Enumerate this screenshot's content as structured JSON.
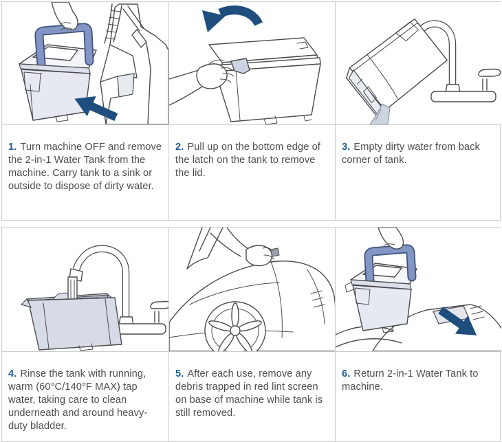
{
  "document": {
    "type": "appliance-instruction-sheet",
    "topic": "Emptying and cleaning the 2-in-1 Water Tank"
  },
  "colors": {
    "step_number_color": "#1e5b9e",
    "arrow_color": "#1d4e7e",
    "text_color": "#4c4c4e",
    "border_color": "#c9cbcd",
    "handle_blue": "#8295c4",
    "tank_lavender": "#e6e9f2",
    "tank_gray": "#d6dbe6",
    "water_gray": "#ccd4df"
  },
  "steps": [
    {
      "number": "1.",
      "text": "Turn machine OFF and remove the 2-in-1 Water Tank from the machine. Carry tank to a sink or outside to dispose of dirty water.",
      "illustration": "hand-lifting-tank-away-from-machine-with-arrow"
    },
    {
      "number": "2.",
      "text": "Pull up on the bottom edge of the latch on the tank to remove the lid.",
      "illustration": "hand-pulling-latch-on-tank-lid-with-curved-arrow"
    },
    {
      "number": "3.",
      "text": "Empty dirty water from back corner of tank.",
      "illustration": "tilted-tank-pouring-water-beside-faucet"
    },
    {
      "number": "4.",
      "text": "Rinse the tank with running, warm (60°C/140°F MAX) tap water, taking care to clean underneath and around heavy-duty bladder.",
      "illustration": "open-tank-rinsed-under-running-faucet"
    },
    {
      "number": "5.",
      "text": "After each use, remove any debris trapped in red lint screen on base of machine while tank is still removed.",
      "illustration": "hand-removing-debris-from-lint-screen-on-machine-base"
    },
    {
      "number": "6.",
      "text": "Return 2-in-1 Water Tank to machine.",
      "illustration": "tank-lowered-onto-machine-with-arrow"
    }
  ]
}
